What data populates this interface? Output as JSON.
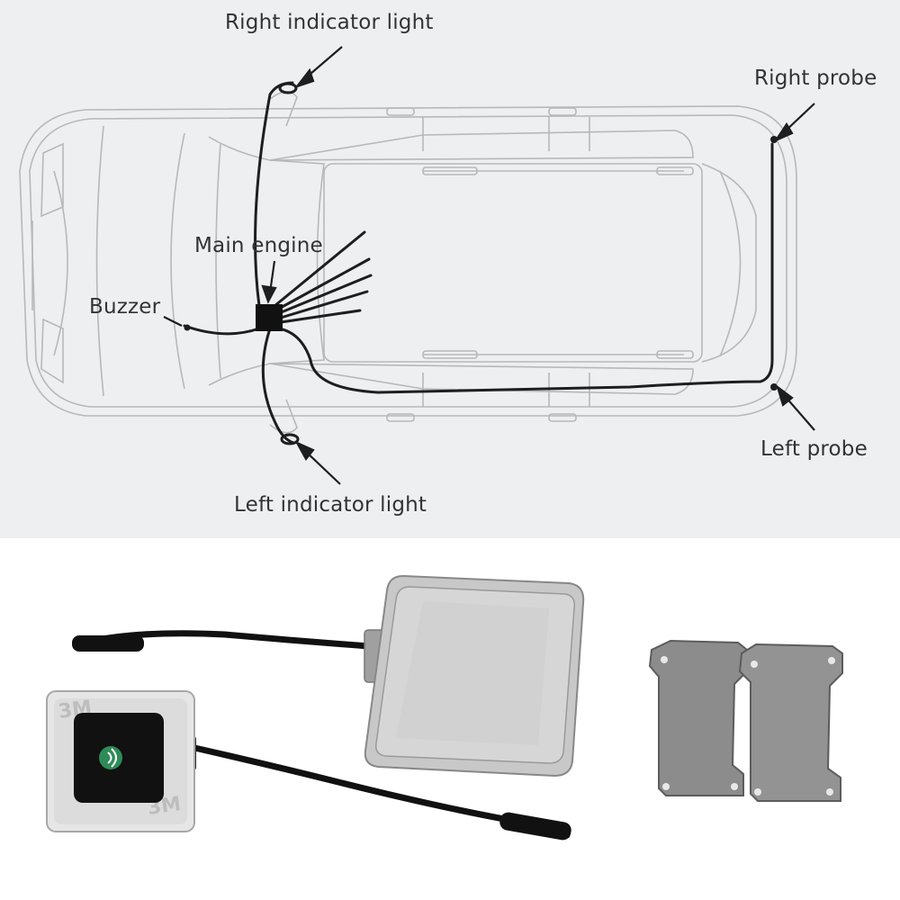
{
  "labels": {
    "right_indicator_light": "Right indicator light",
    "right_probe": "Right probe",
    "main_engine": "Main engine",
    "buzzer": "Buzzer",
    "left_probe": "Left probe",
    "left_indicator_light": "Left indicator light"
  },
  "sticker_brand": "3M",
  "colors": {
    "diagram_background": "#eeeff1",
    "car_outline": "#b8b8b8",
    "wiring": "#1e1e1e",
    "label_text": "#333333",
    "product_metal": "#c8c8c8",
    "bracket_metal": "#8c8c8c",
    "sensor_face": "#111111",
    "sensor_icon": "#2e8b57"
  }
}
